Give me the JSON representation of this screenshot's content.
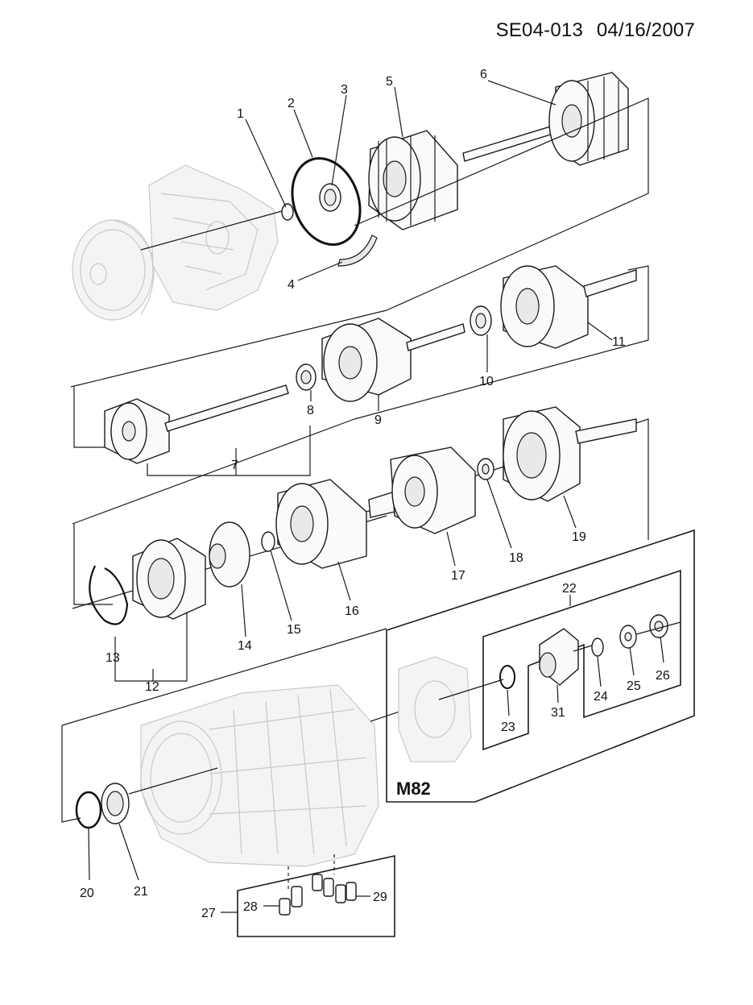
{
  "header": {
    "doc_code": "SE04-013",
    "date": "04/16/2007"
  },
  "variant_label": "M82",
  "callouts": [
    "1",
    "2",
    "3",
    "4",
    "5",
    "6",
    "7",
    "8",
    "9",
    "10",
    "11",
    "12",
    "13",
    "14",
    "15",
    "16",
    "17",
    "18",
    "19",
    "20",
    "21",
    "22",
    "23",
    "24",
    "25",
    "26",
    "27",
    "28",
    "29",
    "31"
  ]
}
